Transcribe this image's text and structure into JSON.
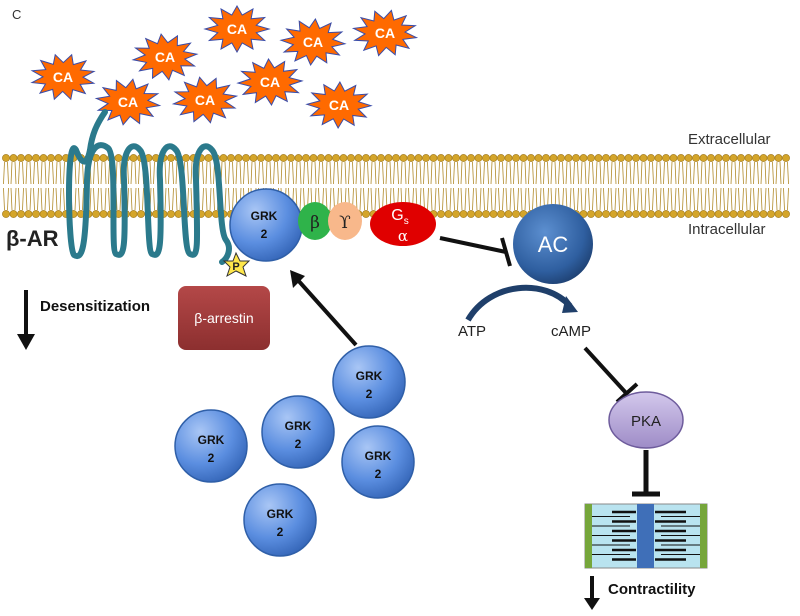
{
  "panel_label": "C",
  "membrane": {
    "extracellular_label": "Extracellular",
    "intracellular_label": "Intracellular"
  },
  "receptor": {
    "label": "β-AR",
    "phospho_label": "P"
  },
  "ligand": {
    "label": "CA",
    "color": "#ff6a00"
  },
  "g_protein": {
    "beta_label": "β",
    "gamma_label": "ϒ",
    "gs_main": "G",
    "gs_sub": "s",
    "alpha_label": "α",
    "beta_color": "#2fb34a",
    "gamma_color": "#f8b88b",
    "gs_color": "#e00000"
  },
  "grk": {
    "line1": "GRK",
    "line2": "2",
    "color": "#5b8ee0"
  },
  "arrestin": {
    "label": "β-arrestin",
    "color": "#a23b3b"
  },
  "desensitization": {
    "label": "Desensitization"
  },
  "ac": {
    "label": "AC",
    "color": "#2f5fa0"
  },
  "atp_label": "ATP",
  "camp_label": "cAMP",
  "pka": {
    "label": "PKA",
    "color": "#b7a6d8"
  },
  "contractility": {
    "label": "Contractility"
  }
}
